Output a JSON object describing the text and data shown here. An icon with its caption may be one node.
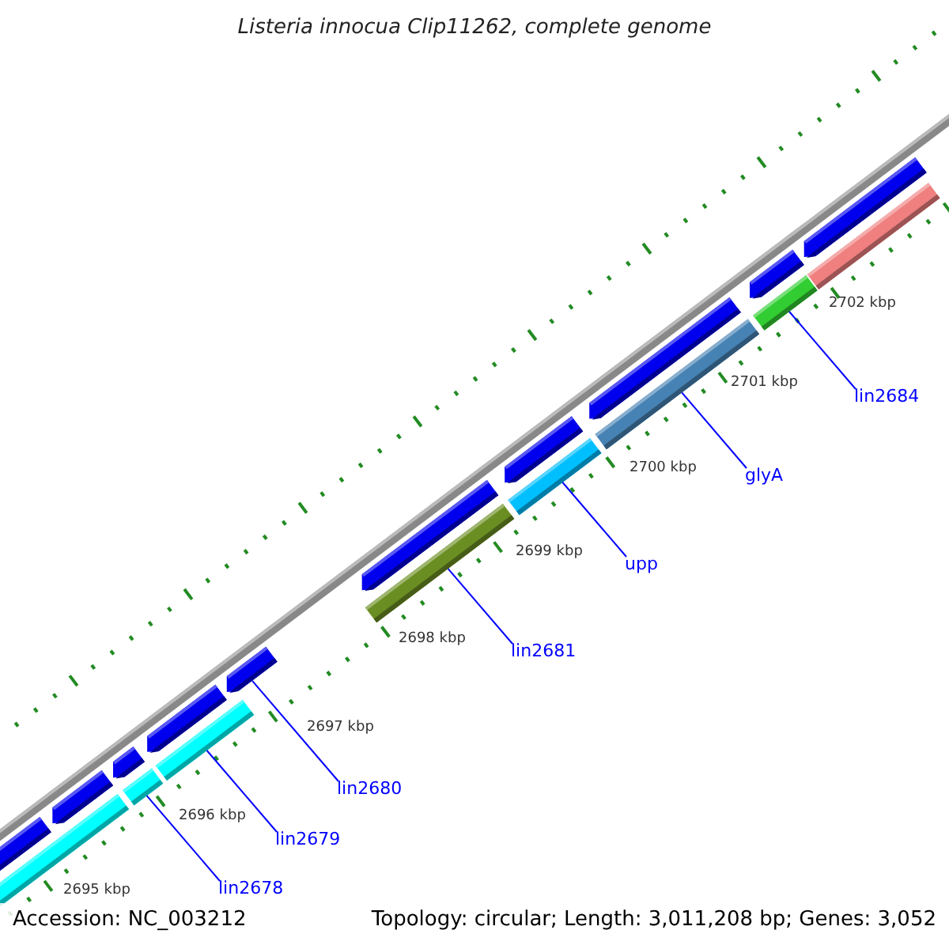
{
  "diagram": {
    "title": "Listeria innocua Clip11262, complete genome",
    "nodes": [
      {
        "text": [
          "lin2684"
        ]
      },
      {
        "text": [],
        "shape": "bar"
      },
      {
        "text": [
          "glyA"
        ]
      },
      {
        "text": [],
        "shape": "bar"
      },
      {
        "text": [
          "upp"
        ]
      },
      {
        "text": [],
        "shape": "bar"
      },
      {
        "text": [
          "lin2681"
        ]
      },
      {
        "text": [],
        "shape": "bar"
      },
      {
        "text": [
          "lin2680"
        ]
      },
      {
        "text": [],
        "shape": "bar"
      },
      {
        "text": [
          "lin2679"
        ]
      },
      {
        "text": [],
        "shape": "bar"
      },
      {
        "text": [
          "lin2678"
        ]
      },
      {
        "text": [],
        "shape": "bar"
      }
    ],
    "edges": [
      {
        "from": 0,
        "to": 1,
        "arrow": "none"
      },
      {
        "from": 2,
        "to": 3,
        "arrow": "none"
      },
      {
        "from": 4,
        "to": 5,
        "arrow": "none"
      },
      {
        "from": 6,
        "to": 7,
        "arrow": "none"
      },
      {
        "from": 8,
        "to": 9,
        "arrow": "none"
      },
      {
        "from": 10,
        "to": 11,
        "arrow": "none"
      },
      {
        "from": 12,
        "to": 13,
        "arrow": "none"
      }
    ],
    "labels": [
      "2702 kbp",
      "2701 kbp",
      "2700 kbp",
      "2699 kbp",
      "2698 kbp",
      "2697 kbp",
      "2696 kbp",
      "2695 kbp",
      "Accession: NC_003212",
      "Topology: circular; Length: 3,011,208 bp; Genes: 3,052"
    ]
  }
}
